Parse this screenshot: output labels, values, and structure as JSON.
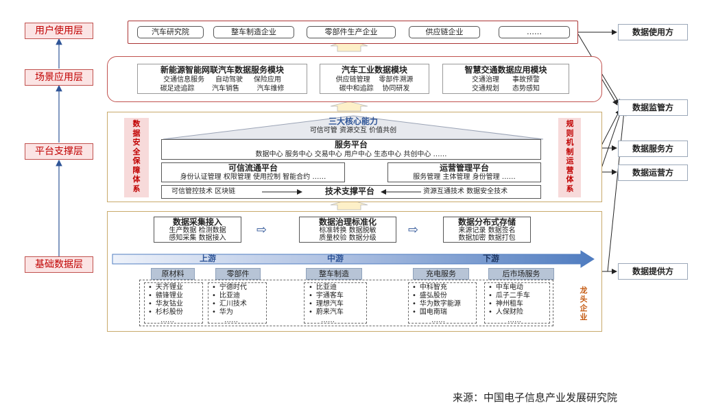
{
  "layers": {
    "user": "用户使用层",
    "scene": "场景应用层",
    "platform": "平台支撑层",
    "base": "基础数据层"
  },
  "top_row": [
    "汽车研究院",
    "整车制造企业",
    "零部件生产企业",
    "供应链企业",
    "……"
  ],
  "modules": [
    {
      "title": "新能源智能网联汽车数据服务模块",
      "rows": [
        [
          "交通信息服务",
          "自动驾驶",
          "保险应用"
        ],
        [
          "碳足迹追踪",
          "汽车销售",
          "汽车维修"
        ]
      ]
    },
    {
      "title": "汽车工业数据模块",
      "rows": [
        [
          "供应链管理",
          "零部件溯源"
        ],
        [
          "碳中和追踪",
          "协同研发"
        ]
      ]
    },
    {
      "title": "智慧交通数据应用模块",
      "rows": [
        [
          "交通治理",
          "事故预警"
        ],
        [
          "交通规划",
          "态势感知"
        ]
      ]
    }
  ],
  "platform": {
    "left_side": "数据安全保障体系",
    "right_side": "规则机制运营体系",
    "core_title": "三大核心能力",
    "core_items": "可信可管  资源交互  价值共创",
    "service_title": "服务平台",
    "service_items": "数据中心   服务中心   交易中心   用户中心   生态中心   共创中心 ……",
    "trust_title": "可信流通平台",
    "trust_items": "身份认证管理  权限管理  使用控制  智能合约 ……",
    "ops_title": "运营管理平台",
    "ops_items": "服务管理  主体管理  身份管理 ……",
    "tech_left": "可信管控技术   区块链",
    "tech_title": "技术支撑平台",
    "tech_right": "资源互通技术   数据安全技术"
  },
  "base": {
    "boxes": [
      {
        "title": "数据采集接入",
        "line1": "生产数据  检测数据",
        "line2": "感知采集  数据接入"
      },
      {
        "title": "数据治理标准化",
        "line1": "标准转换  数据脱敏",
        "line2": "质量校验  数据分级"
      },
      {
        "title": "数据分布式存储",
        "line1": "来源记录  数据签名",
        "line2": "数据加密  数据打包"
      }
    ],
    "stream": [
      "上游",
      "中游",
      "下游"
    ],
    "tabs": [
      "原材料",
      "零部件",
      "整车制造",
      "充电服务",
      "后市场服务"
    ],
    "companies": [
      [
        "天齐锂业",
        "赣锋锂业",
        "华友钴业",
        "杉杉股份",
        "……"
      ],
      [
        "宁德时代",
        "比亚迪",
        "汇川技术",
        "华为",
        "……"
      ],
      [
        "比亚迪",
        "宇通客车",
        "理想汽车",
        "蔚来汽车",
        "……"
      ],
      [
        "中科智充",
        "盛弘股份",
        "华为数字能源",
        "国电南瑞",
        "……"
      ],
      [
        "中车电动",
        "瓜子二手车",
        "神州租车",
        "人保财险",
        "……"
      ]
    ],
    "leader_label": "龙头企业"
  },
  "right_outputs": [
    "数据使用方",
    "数据监管方",
    "数据服务方",
    "数据运营方",
    "数据提供方"
  ],
  "source": "来源：中国电子信息产业发展研究院",
  "colors": {
    "accent_red": "#c00000",
    "platform_border": "#c8a96a",
    "arrow_blue": "#2f5597",
    "fill_cream": "#fdf0c8"
  }
}
